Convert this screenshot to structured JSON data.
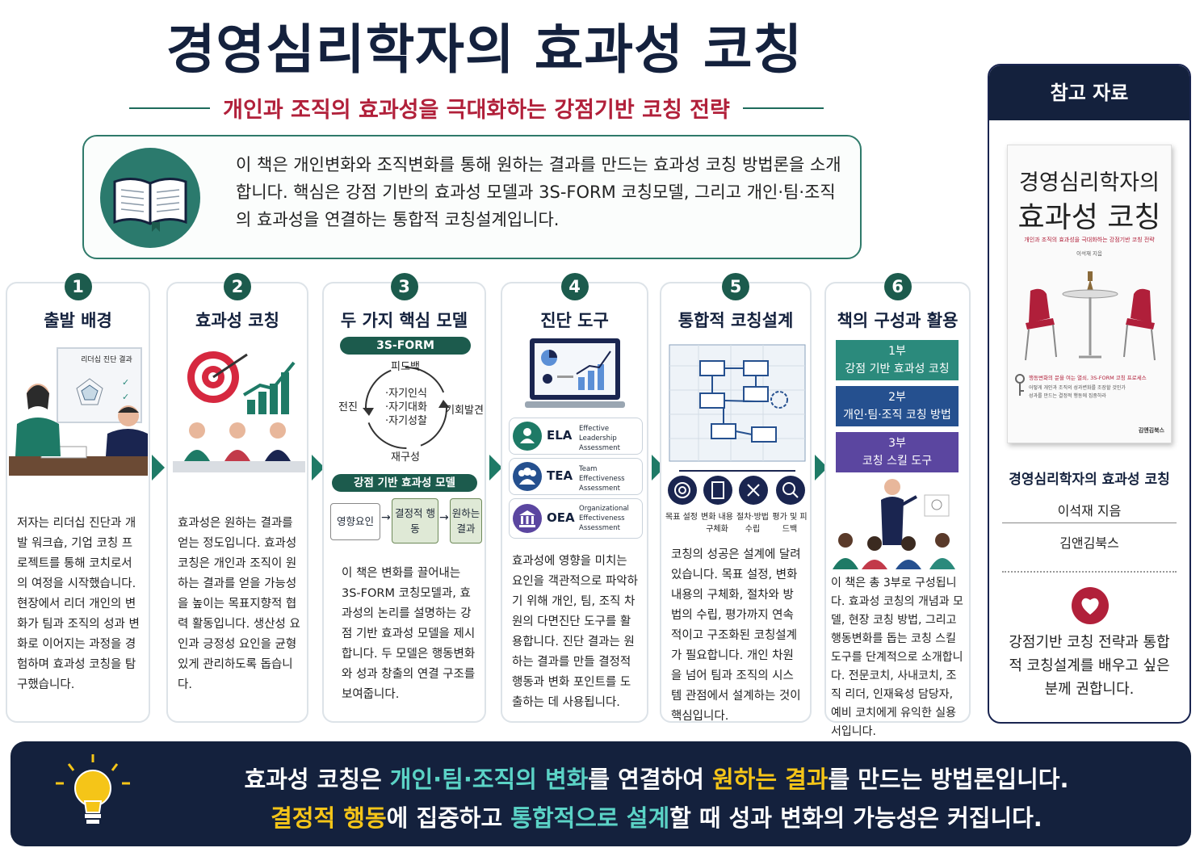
{
  "title": "경영심리학자의 효과성 코칭",
  "subtitle": "개인과 조직의 효과성을 극대화하는 강점기반 코칭 전략",
  "intro": "이 책은 개인변화와 조직변화를 통해 원하는 결과를 만드는 효과성 코칭 방법론을 소개합니다. 핵심은 강점 기반의 효과성 모델과 3S-FORM 코칭모델, 그리고 개인·팀·조직의 효과성을 연결하는 통합적 코칭설계입니다.",
  "cards": [
    {
      "num": "1",
      "title": "출발 배경",
      "illus_label": "리더십 진단 결과",
      "text": "저자는 리더십 진단과 개발 워크숍, 기업 코칭 프로젝트를 통해 코치로서의 여정을 시작했습니다. 현장에서 리더 개인의 변화가 팀과 조직의 성과 변화로 이어지는 과정을 경험하며 효과성 코칭을 탐구했습니다."
    },
    {
      "num": "2",
      "title": "효과성 코칭",
      "text": "효과성은 원하는 결과를 얻는 정도입니다. 효과성 코칭은 개인과 조직이 원하는 결과를 얻을 가능성을 높이는 목표지향적 협력 활동입니다. 생산성 요인과 긍정성 요인을 균형 있게 관리하도록 돕습니다."
    },
    {
      "num": "3",
      "title": "두 가지 핵심 모델",
      "model1": "3S-FORM",
      "cycle": {
        "top": "피드백",
        "right": "기회발견",
        "bottom": "재구성",
        "left": "전진",
        "center": [
          "·자기인식",
          "·자기대화",
          "·자기성찰"
        ]
      },
      "model2": "강점 기반 효과성 모델",
      "flow": [
        "영향요인",
        "결정적 행동",
        "원하는 결과"
      ],
      "text": "이 책은 변화를 끌어내는 3S-FORM 코칭모델과, 효과성의 논리를 설명하는 강점 기반 효과성 모델을 제시합니다. 두 모델은 행동변화와 성과 창출의 연결 구조를 보여줍니다."
    },
    {
      "num": "4",
      "title": "진단 도구",
      "tools": [
        {
          "abbr": "ELA",
          "desc": "Effective Leadership Assessment"
        },
        {
          "abbr": "TEA",
          "desc": "Team Effectiveness Assessment"
        },
        {
          "abbr": "OEA",
          "desc": "Organizational Effectiveness Assessment"
        }
      ],
      "text": "효과성에 영향을 미치는 요인을 객관적으로 파악하기 위해 개인, 팀, 조직 차원의 다면진단 도구를 활용합니다. 진단 결과는 원하는 결과를 만들 결정적 행동과 변화 포인트를 도출하는 데 사용됩니다."
    },
    {
      "num": "5",
      "title": "통합적 코칭설계",
      "steps": [
        "목표 설정",
        "변화 내용 구체화",
        "절차·방법 수립",
        "평가 및 피드백"
      ],
      "text": "코칭의 성공은 설계에 달려 있습니다. 목표 설정, 변화 내용의 구체화, 절차와 방법의 수립, 평가까지 연속적이고 구조화된 코칭설계가 필요합니다. 개인 차원을 넘어 팀과 조직의 시스템 관점에서 설계하는 것이 핵심입니다."
    },
    {
      "num": "6",
      "title": "책의 구성과 활용",
      "parts": [
        {
          "part": "1부",
          "name": "강점 기반 효과성 코칭",
          "color": "#2b8a7c"
        },
        {
          "part": "2부",
          "name": "개인·팀·조직 코칭 방법",
          "color": "#25508f"
        },
        {
          "part": "3부",
          "name": "코칭 스킬 도구",
          "color": "#5b46a0"
        }
      ],
      "text": "이 책은 총 3부로 구성됩니다. 효과성 코칭의 개념과 모델, 현장 코칭 방법, 그리고 행동변화를 돕는 코칭 스킬 도구를 단계적으로 소개합니다. 전문코치, 사내코치, 조직 리더, 인재육성 담당자, 예비 코치에게 유익한 실용서입니다."
    }
  ],
  "reference": {
    "header": "참고 자료",
    "cover_title_1": "경영심리학자의",
    "cover_title_2": "효과성 코칭",
    "cover_subtitle": "개인과 조직의 효과성을 극대화하는 강점기반 코칭 전략",
    "cover_author": "이석재 지음",
    "cover_tagline": "행동변화의 문을 여는 열쇠, 3S-FORM 코칭 프로세스",
    "cover_desc": "어떻게 개인과 조직의 성과변화를 조장할 것인가 성과를 만드는 결정적 행동에 집중하라",
    "cover_publisher": "김앤김북스",
    "book_title": "경영심리학자의 효과성 코칭",
    "author": "이석재 지음",
    "publisher": "김앤김북스",
    "recommend": "강점기반 코칭 전략과 통합적 코칭설계를 배우고 싶은 분께 권합니다."
  },
  "bottom": {
    "l1_a": "효과성 코칭은 ",
    "l1_b": "개인·팀·조직의 변화",
    "l1_c": "를 연결하여 ",
    "l1_d": "원하는 결과",
    "l1_e": "를 만드는 방법론입니다.",
    "l2_a": "결정적 행동",
    "l2_b": "에 집중하고 ",
    "l2_c": "통합적으로 설계",
    "l2_d": "할 때 성과 변화의 가능성은 커집니다."
  },
  "colors": {
    "navy": "#14213d",
    "teal": "#1e6b5c",
    "red": "#b1203a",
    "yellow": "#f5c518",
    "cyan": "#5bd3c6"
  }
}
